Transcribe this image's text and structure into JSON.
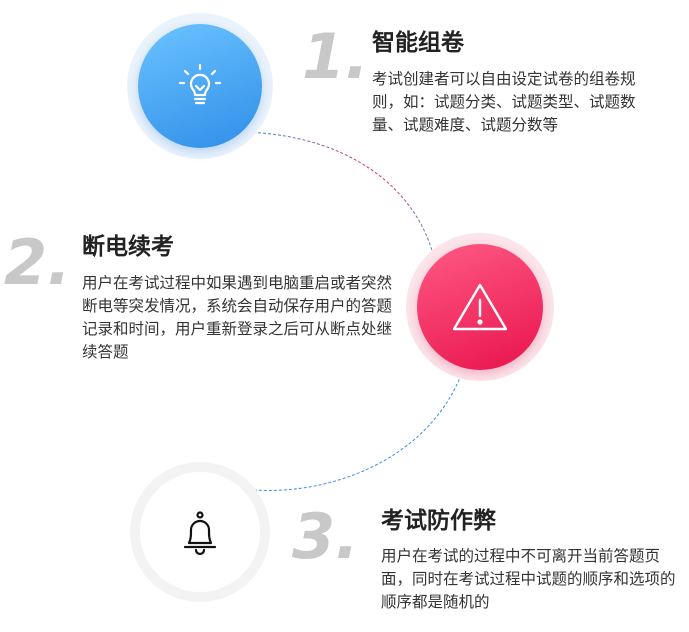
{
  "steps": [
    {
      "number": "1.",
      "title": "智能组卷",
      "description": "考试创建者可以自由设定试卷的组卷规则，如：试题分类、试题类型、试题数量、试题难度、试题分数等",
      "icon": "lightbulb-icon",
      "color": "#2f8ee8"
    },
    {
      "number": "2.",
      "title": "断电续考",
      "description": "用户在考试过程中如果遇到电脑重启或者突然断电等突发情况，系统会自动保存用户的答题记录和时间，用户重新登录之后可从断点处继续答题",
      "icon": "warning-icon",
      "color": "#e8134c"
    },
    {
      "number": "3.",
      "title": "考试防作弊",
      "description": "用户在考试的过程中不可离开当前答题页面，同时在考试过程中试题的顺序和选项的顺序都是随机的",
      "icon": "bell-icon",
      "color": "#ffffff"
    }
  ]
}
